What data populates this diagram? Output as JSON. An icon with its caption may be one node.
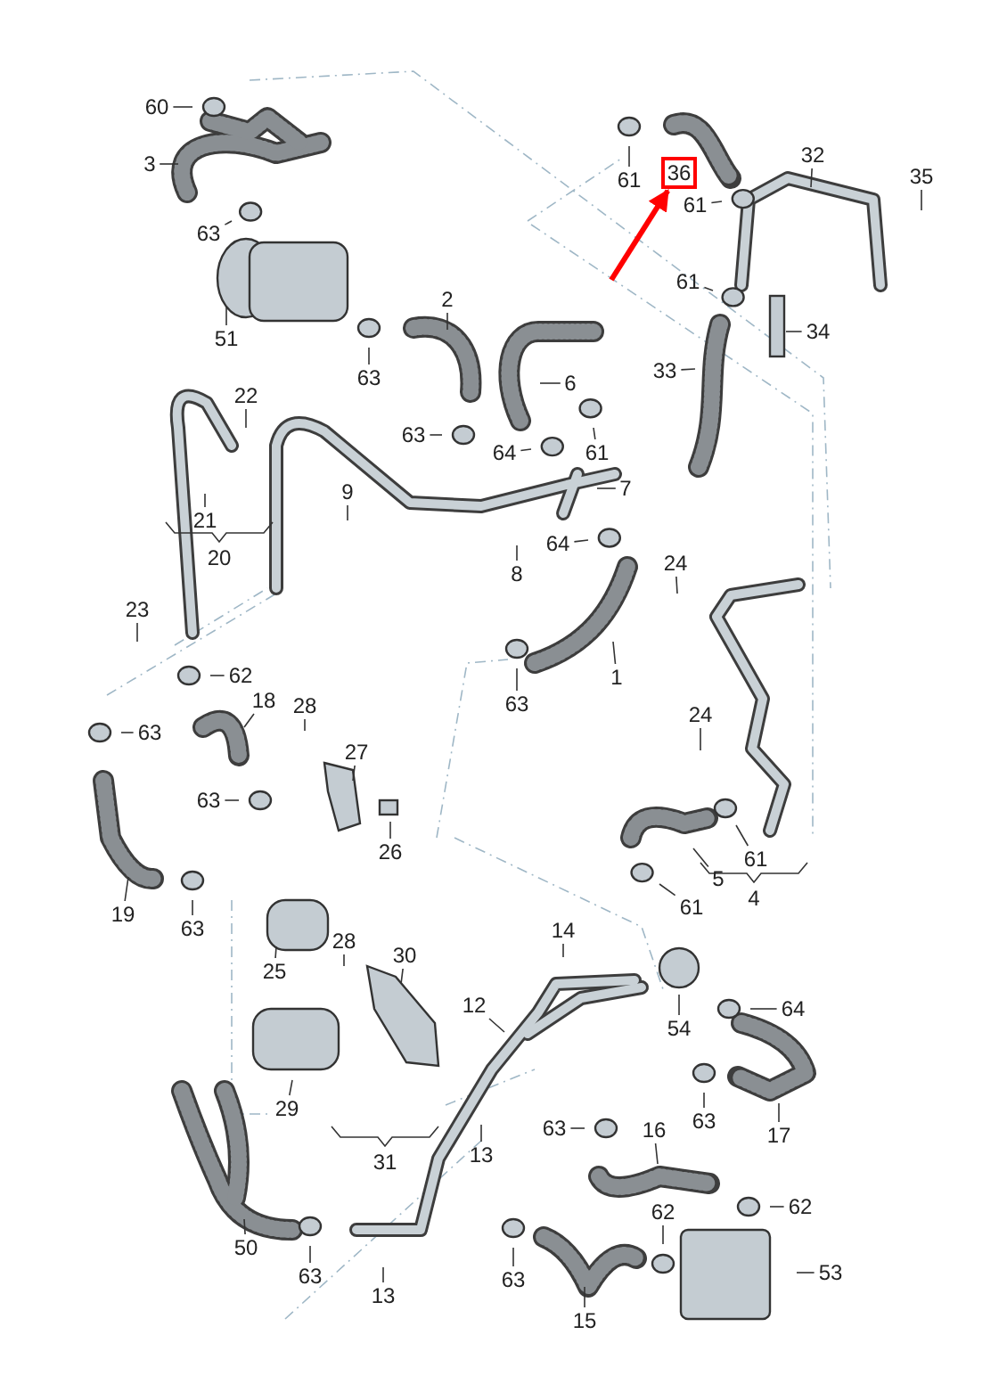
{
  "diagram": {
    "nodes": [
      {
        "text": [
          "60"
        ]
      },
      {
        "text": [
          "3"
        ]
      },
      {
        "text": [
          "63"
        ]
      },
      {
        "text": [
          "51"
        ]
      },
      {
        "text": [
          "61"
        ]
      },
      {
        "text": [],
        "shape": "box"
      },
      {
        "text": [
          "36"
        ],
        "in": 5
      },
      {
        "text": [
          "32"
        ]
      },
      {
        "text": [
          "35"
        ]
      },
      {
        "text": [
          "61"
        ]
      },
      {
        "text": [
          "2"
        ]
      },
      {
        "text": [
          "61"
        ]
      },
      {
        "text": [
          "34"
        ]
      },
      {
        "text": [
          "63"
        ]
      },
      {
        "text": [
          "6"
        ]
      },
      {
        "text": [
          "33"
        ]
      },
      {
        "text": [
          "22"
        ]
      },
      {
        "text": [
          "63"
        ]
      },
      {
        "text": [
          "61"
        ]
      },
      {
        "text": [
          "64"
        ]
      },
      {
        "text": [
          "7"
        ]
      },
      {
        "text": [
          "9"
        ]
      },
      {
        "text": [
          "21"
        ]
      },
      {
        "text": [
          "20"
        ]
      },
      {
        "text": [
          "8"
        ]
      },
      {
        "text": [
          "64"
        ]
      },
      {
        "text": [
          "24"
        ]
      },
      {
        "text": [
          "23"
        ]
      },
      {
        "text": [
          "62"
        ]
      },
      {
        "text": [
          "1"
        ]
      },
      {
        "text": [
          "18"
        ]
      },
      {
        "text": [
          "28"
        ]
      },
      {
        "text": [
          "63"
        ]
      },
      {
        "text": [
          "63"
        ]
      },
      {
        "text": [
          "24"
        ]
      },
      {
        "text": [
          "27"
        ]
      },
      {
        "text": [
          "63"
        ]
      },
      {
        "text": [
          "26"
        ]
      },
      {
        "text": [
          "5"
        ]
      },
      {
        "text": [
          "61"
        ]
      },
      {
        "text": [
          "61"
        ]
      },
      {
        "text": [
          "4"
        ]
      },
      {
        "text": [
          "19"
        ]
      },
      {
        "text": [
          "63"
        ]
      },
      {
        "text": [
          "25"
        ]
      },
      {
        "text": [
          "14"
        ]
      },
      {
        "text": [
          "28"
        ]
      },
      {
        "text": [
          "30"
        ]
      },
      {
        "text": [
          "12"
        ]
      },
      {
        "text": [
          "54"
        ]
      },
      {
        "text": [
          "64"
        ]
      },
      {
        "text": [
          "29"
        ]
      },
      {
        "text": [
          "63"
        ]
      },
      {
        "text": [
          "16"
        ]
      },
      {
        "text": [
          "63"
        ]
      },
      {
        "text": [
          "17"
        ]
      },
      {
        "text": [
          "13"
        ]
      },
      {
        "text": [
          "31"
        ]
      },
      {
        "text": [
          "62"
        ]
      },
      {
        "text": [
          "62"
        ]
      },
      {
        "text": [
          "50"
        ]
      },
      {
        "text": [
          "53"
        ]
      },
      {
        "text": [
          "63"
        ]
      },
      {
        "text": [
          "63"
        ]
      },
      {
        "text": [
          "13"
        ]
      },
      {
        "text": [
          "15"
        ]
      }
    ],
    "edges": [
      {
        "from": 0,
        "to": null,
        "arrow": "none"
      },
      {
        "from": 1,
        "to": null,
        "arrow": "none"
      },
      {
        "from": 2,
        "to": null,
        "arrow": "none"
      },
      {
        "from": 3,
        "to": null,
        "arrow": "none"
      },
      {
        "from": 4,
        "to": null,
        "arrow": "none"
      },
      {
        "from": null,
        "to": 5,
        "arrow": "to",
        "style": "thick",
        "color": "#ff0000"
      },
      {
        "from": 7,
        "to": null,
        "arrow": "none"
      },
      {
        "from": 8,
        "to": null,
        "arrow": "none"
      },
      {
        "from": 9,
        "to": null,
        "arrow": "none"
      },
      {
        "from": 10,
        "to": null,
        "arrow": "none"
      },
      {
        "from": 11,
        "to": null,
        "arrow": "none"
      },
      {
        "from": 12,
        "to": null,
        "arrow": "none"
      },
      {
        "from": 13,
        "to": null,
        "arrow": "none"
      },
      {
        "from": 14,
        "to": null,
        "arrow": "none"
      },
      {
        "from": 15,
        "to": null,
        "arrow": "none"
      },
      {
        "from": 16,
        "to": null,
        "arrow": "none"
      },
      {
        "from": 17,
        "to": null,
        "arrow": "none"
      },
      {
        "from": 18,
        "to": null,
        "arrow": "none"
      },
      {
        "from": 19,
        "to": null,
        "arrow": "none"
      },
      {
        "from": 20,
        "to": null,
        "arrow": "none"
      },
      {
        "from": 21,
        "to": null,
        "arrow": "none"
      },
      {
        "from": 22,
        "to": null,
        "arrow": "none"
      },
      {
        "from": 24,
        "to": null,
        "arrow": "none"
      },
      {
        "from": 25,
        "to": null,
        "arrow": "none"
      },
      {
        "from": 26,
        "to": null,
        "arrow": "none"
      },
      {
        "from": 27,
        "to": null,
        "arrow": "none"
      },
      {
        "from": 28,
        "to": null,
        "arrow": "none"
      },
      {
        "from": 29,
        "to": null,
        "arrow": "none"
      },
      {
        "from": 30,
        "to": null,
        "arrow": "none"
      },
      {
        "from": 31,
        "to": null,
        "arrow": "none"
      },
      {
        "from": 32,
        "to": null,
        "arrow": "none"
      },
      {
        "from": 33,
        "to": null,
        "arrow": "none"
      },
      {
        "from": 34,
        "to": null,
        "arrow": "none"
      },
      {
        "from": 35,
        "to": null,
        "arrow": "none"
      },
      {
        "from": 36,
        "to": null,
        "arrow": "none"
      },
      {
        "from": 37,
        "to": null,
        "arrow": "none"
      },
      {
        "from": 38,
        "to": null,
        "arrow": "none"
      },
      {
        "from": 39,
        "to": null,
        "arrow": "none"
      },
      {
        "from": 40,
        "to": null,
        "arrow": "none"
      },
      {
        "from": 42,
        "to": null,
        "arrow": "none"
      },
      {
        "from": 43,
        "to": null,
        "arrow": "none"
      },
      {
        "from": 44,
        "to": null,
        "arrow": "none"
      },
      {
        "from": 45,
        "to": null,
        "arrow": "none"
      },
      {
        "from": 46,
        "to": null,
        "arrow": "none"
      },
      {
        "from": 47,
        "to": null,
        "arrow": "none"
      },
      {
        "from": 48,
        "to": null,
        "arrow": "none"
      },
      {
        "from": 49,
        "to": null,
        "arrow": "none"
      },
      {
        "from": 50,
        "to": null,
        "arrow": "none"
      },
      {
        "from": 51,
        "to": null,
        "arrow": "none"
      },
      {
        "from": 52,
        "to": null,
        "arrow": "none"
      },
      {
        "from": 53,
        "to": null,
        "arrow": "none"
      },
      {
        "from": 54,
        "to": null,
        "arrow": "none"
      },
      {
        "from": 55,
        "to": null,
        "arrow": "none"
      },
      {
        "from": 56,
        "to": null,
        "arrow": "none"
      },
      {
        "from": 58,
        "to": null,
        "arrow": "none"
      },
      {
        "from": 59,
        "to": null,
        "arrow": "none"
      },
      {
        "from": 60,
        "to": null,
        "arrow": "none"
      },
      {
        "from": 61,
        "to": null,
        "arrow": "none"
      },
      {
        "from": 62,
        "to": null,
        "arrow": "none"
      },
      {
        "from": 63,
        "to": null,
        "arrow": "none"
      },
      {
        "from": 64,
        "to": null,
        "arrow": "none"
      },
      {
        "from": 65,
        "to": null,
        "arrow": "none"
      }
    ]
  }
}
